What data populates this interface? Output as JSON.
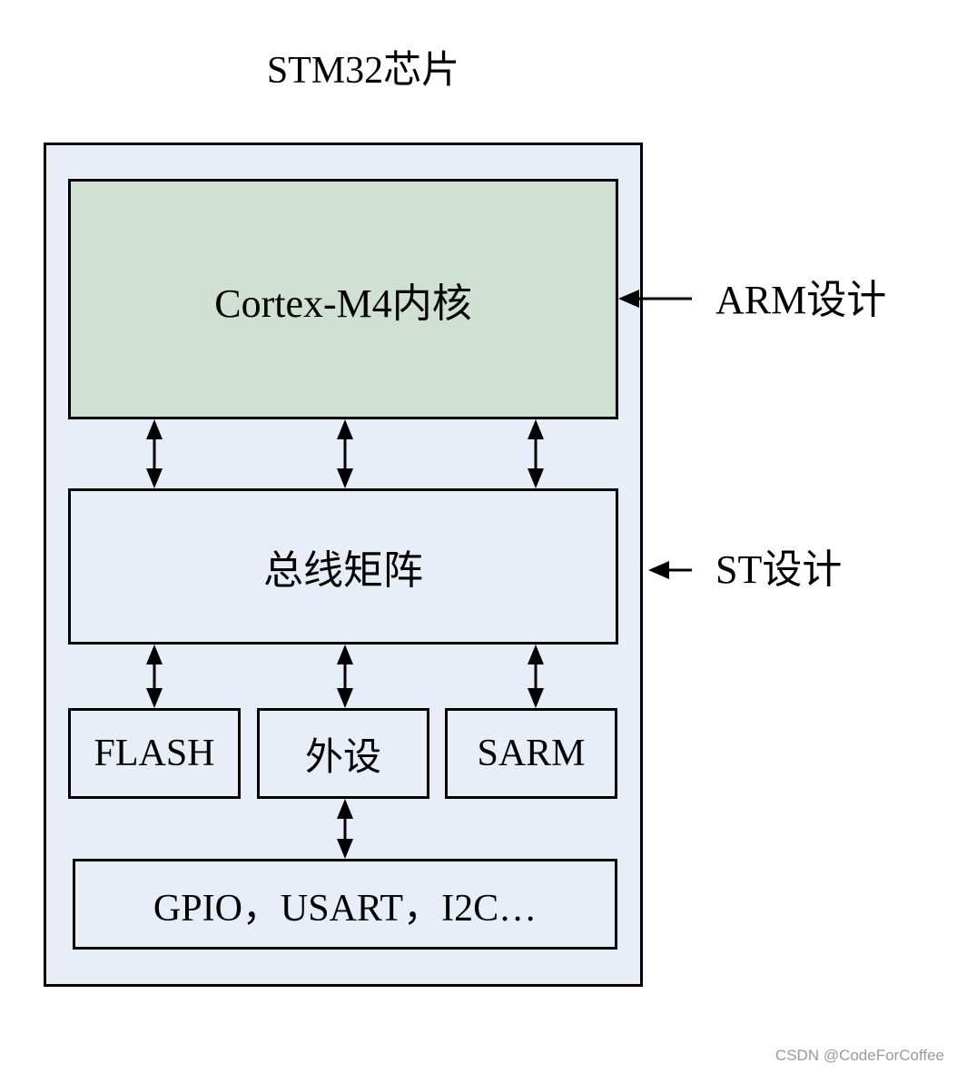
{
  "title": "STM32芯片",
  "blocks": {
    "core": "Cortex-M4内核",
    "bus_matrix": "总线矩阵",
    "flash": "FLASH",
    "peripherals": "外设",
    "sram": "SARM",
    "io": "GPIO，USART，I2C…"
  },
  "annotations": {
    "arm": "ARM设计",
    "st": "ST设计"
  },
  "watermark": "CSDN @CodeForCoffee"
}
